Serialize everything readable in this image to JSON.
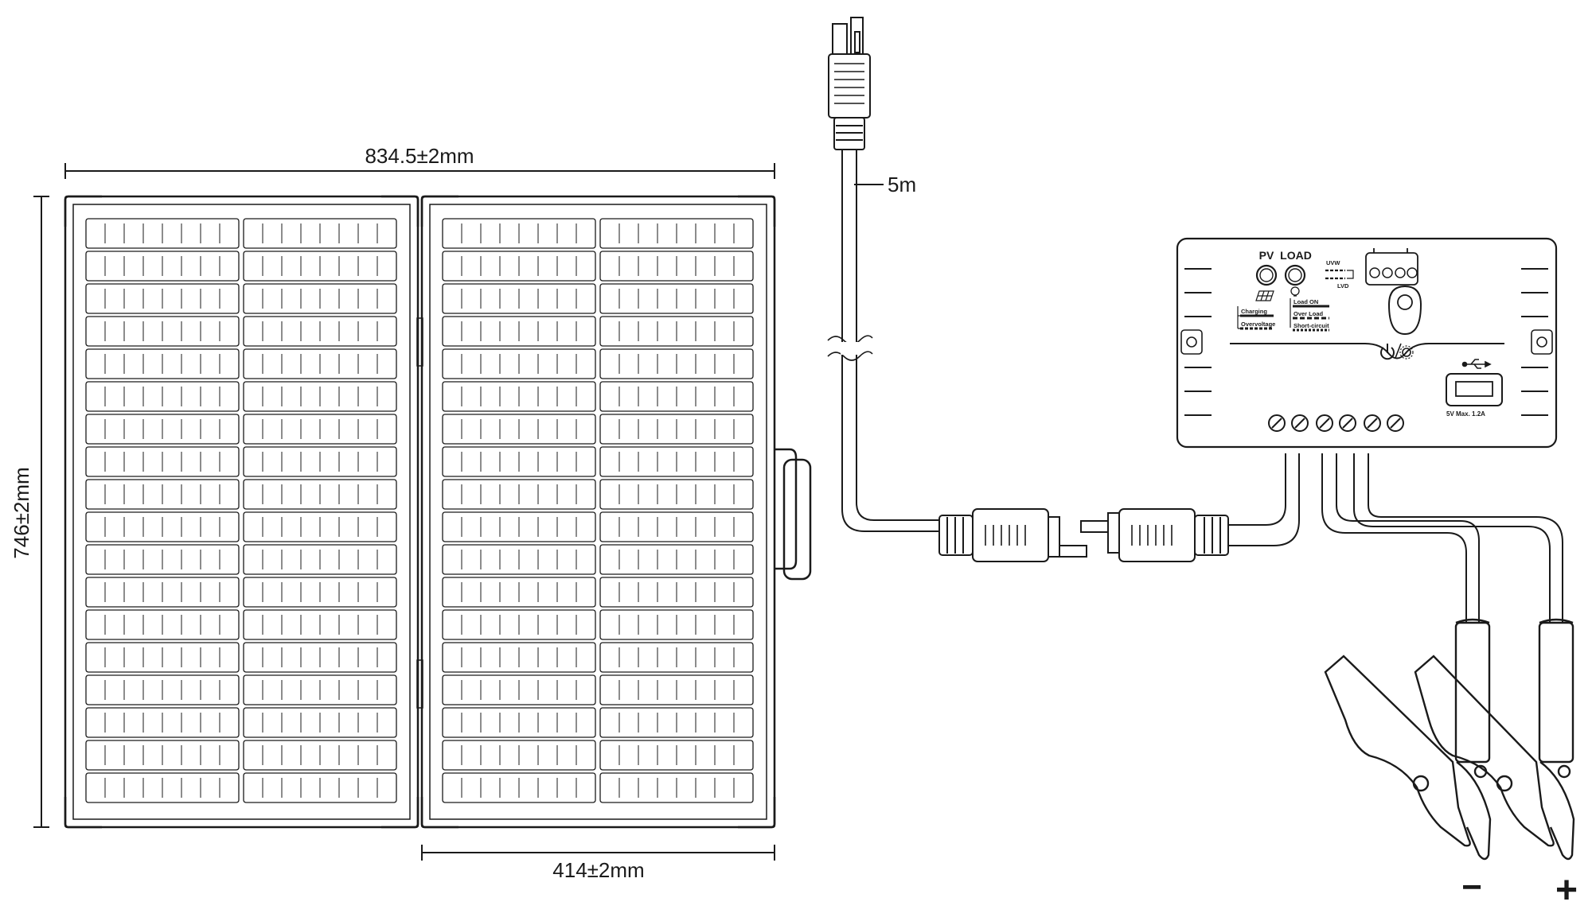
{
  "dimensions": {
    "total_width": "834.5±2mm",
    "height": "746±2mm",
    "panel_width": "414±2mm",
    "cable_length": "5m"
  },
  "controller": {
    "pv_label": "PV",
    "load_label": "LOAD",
    "uvw_label": "UVW",
    "lvd_label": "LVD",
    "charging_label": "Charging",
    "overvoltage_label": "Overvoltage",
    "load_on_label": "Load ON",
    "over_load_label": "Over Load",
    "short_circuit_label": "Short-circuit",
    "usb_spec_label": "5V   Max. 1.2A"
  },
  "clamps": {
    "negative_label": "−",
    "positive_label": "+"
  },
  "icons": [
    "solar-panel-icon",
    "bulb-icon",
    "battery-icon",
    "power-settings-icon",
    "usb-icon"
  ]
}
